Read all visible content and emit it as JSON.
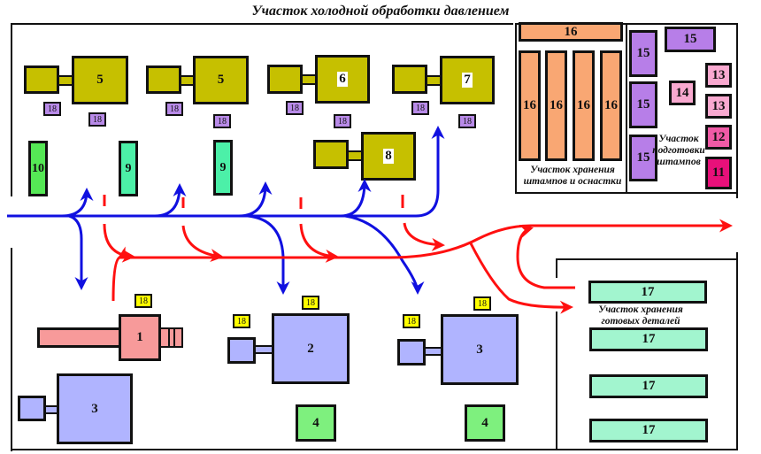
{
  "title": "Участок холодной обработки давлением",
  "colors": {
    "press": "#c6c000",
    "storage_die": "#f9a773",
    "rack_15": "#b77ee8",
    "tag_18_top": "#b88ae8",
    "tag_18_bottom": "#ffff00",
    "station_13_14": "#f9a9d0",
    "station_12": "#f05aa6",
    "station_11": "#e8107a",
    "station_10": "#55e855",
    "station_9": "#4cf0a8",
    "machine_1": "#f79a9a",
    "machine_2_3": "#b0b4ff",
    "station_4": "#7ef07e",
    "station_17": "#a2f5cf",
    "flow_blue": "#1010e0",
    "flow_red": "#ff1010"
  },
  "areas": {
    "die_storage": "Участок хранения штампов и оснастки",
    "die_prep_line1": "Участок",
    "die_prep_line2": "подготовки",
    "die_prep_line3": "штампов",
    "finished_storage_line1": "Участок хранения",
    "finished_storage_line2": "готовых деталей"
  },
  "equipment": {
    "press_a": "5",
    "press_b": "5",
    "press_c": "6",
    "press_d": "7",
    "press_e": "8",
    "station_10": "10",
    "station_9a": "9",
    "station_9b": "9",
    "storage_16_top": "16",
    "storage_16": [
      "16",
      "16",
      "16",
      "16"
    ],
    "rack_15": [
      "15",
      "15",
      "15",
      "15"
    ],
    "station_14": "14",
    "station_13": [
      "13",
      "13"
    ],
    "station_12": "12",
    "station_11": "11",
    "machine_1": "1",
    "machine_2": "2",
    "machine_3a": "3",
    "machine_3b": "3",
    "station_4a": "4",
    "station_4b": "4",
    "storage_17": [
      "17",
      "17",
      "17",
      "17"
    ],
    "tag_18": "18"
  }
}
